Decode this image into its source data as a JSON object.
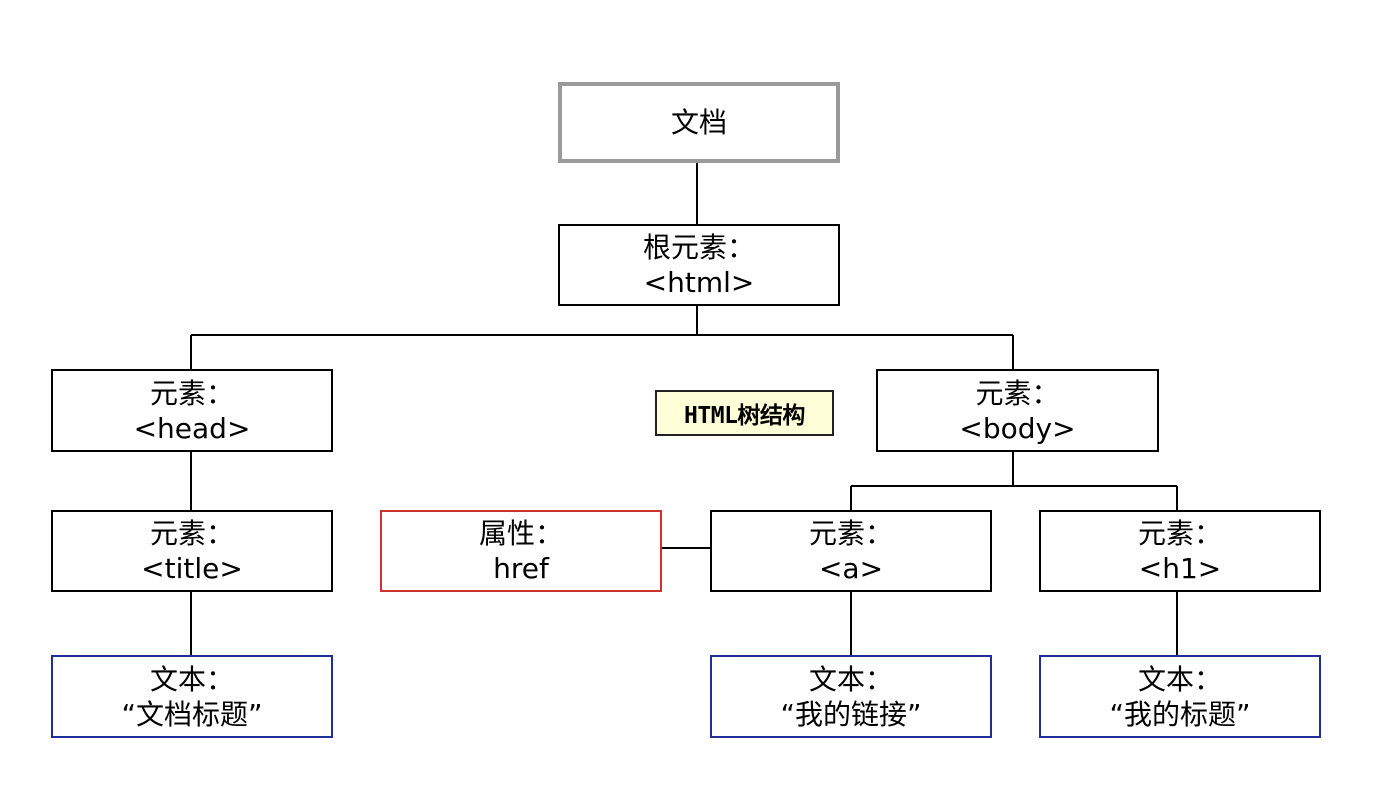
{
  "diagram": {
    "caption": "HTML树结构",
    "nodes": {
      "document": {
        "line1": "文档"
      },
      "html": {
        "line1": "根元素：",
        "line2": "<html>"
      },
      "head": {
        "line1": "元素：",
        "line2": "<head>"
      },
      "body": {
        "line1": "元素：",
        "line2": "<body>"
      },
      "title": {
        "line1": "元素：",
        "line2": "<title>"
      },
      "attr_href": {
        "line1": "属性：",
        "line2": "href"
      },
      "a": {
        "line1": "元素：",
        "line2": "<a>"
      },
      "h1": {
        "line1": "元素：",
        "line2": "<h1>"
      },
      "text_title": {
        "line1": "文本：",
        "line2": "“文档标题”"
      },
      "text_link": {
        "line1": "文本：",
        "line2": "“我的链接”"
      },
      "text_heading": {
        "line1": "文本：",
        "line2": "“我的标题”"
      }
    },
    "colors": {
      "document_border": "#9a9a9a",
      "element_border": "#000000",
      "attribute_border": "#cc3333",
      "text_border": "#1f2f9a",
      "caption_background": "#ffffd8"
    }
  }
}
